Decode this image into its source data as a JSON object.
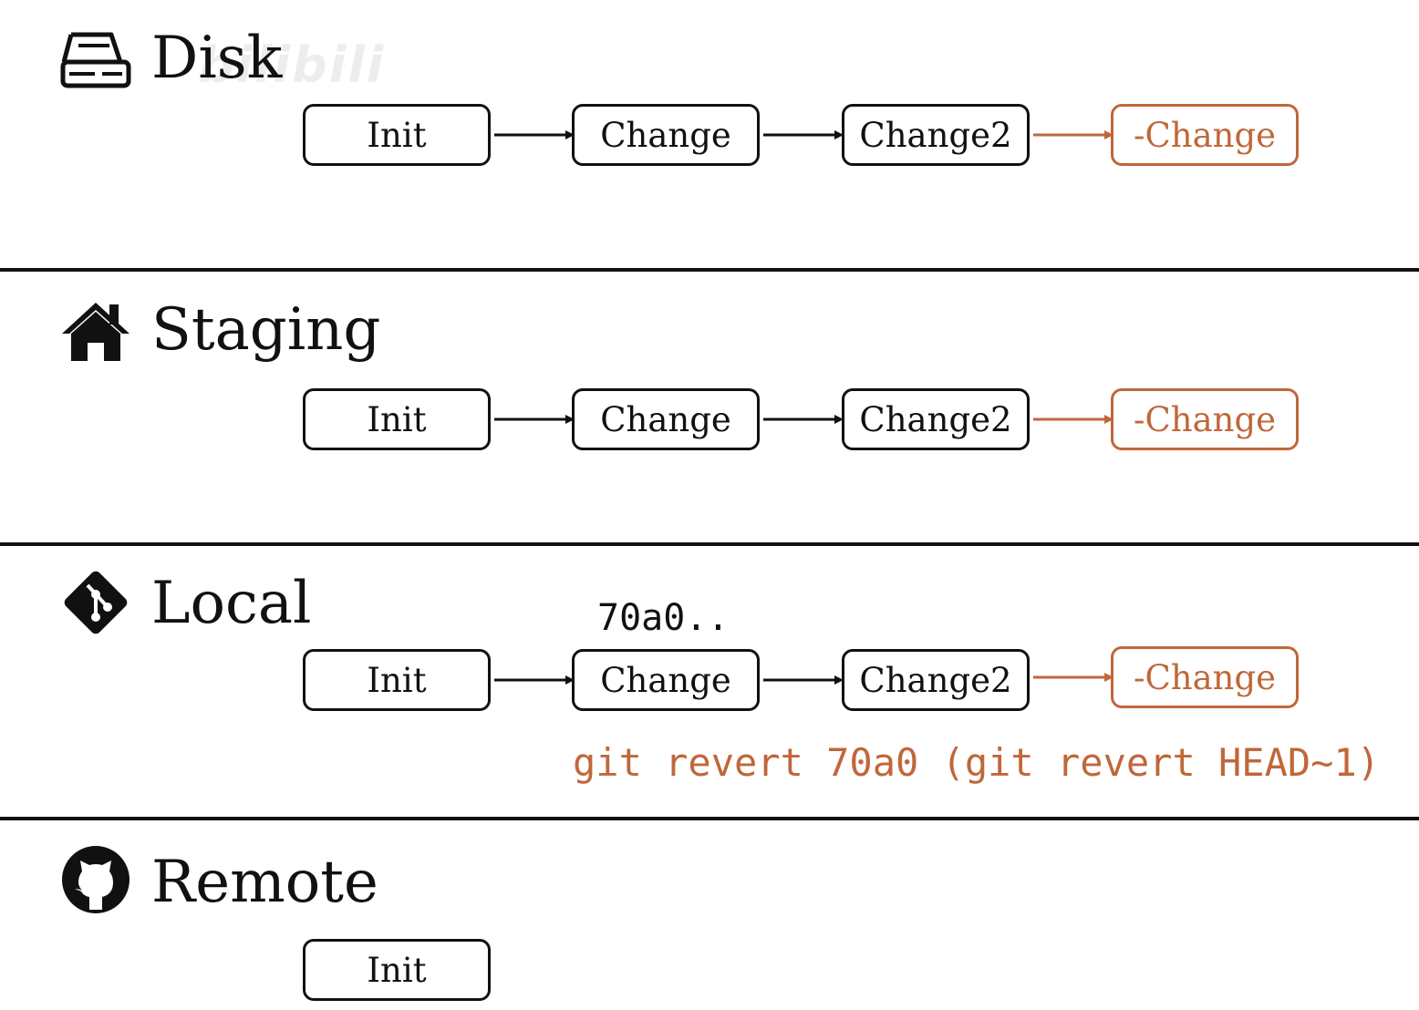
{
  "colors": {
    "accent": "#c0673a",
    "ink": "#111111",
    "background": "#ffffff"
  },
  "watermark": "bilibili",
  "sections": [
    {
      "id": "disk",
      "title": "Disk",
      "icon": "hard-drive-icon",
      "commits": [
        "Init",
        "Change",
        "Change2",
        "-Change"
      ]
    },
    {
      "id": "staging",
      "title": "Staging",
      "icon": "home-icon",
      "commits": [
        "Init",
        "Change",
        "Change2",
        "-Change"
      ]
    },
    {
      "id": "local",
      "title": "Local",
      "icon": "git-icon",
      "commits": [
        "Init",
        "Change",
        "Change2",
        "-Change"
      ],
      "hash_label": "70a0..",
      "command": "git revert 70a0 (git revert HEAD~1)"
    },
    {
      "id": "remote",
      "title": "Remote",
      "icon": "github-icon",
      "commits": [
        "Init"
      ]
    }
  ]
}
